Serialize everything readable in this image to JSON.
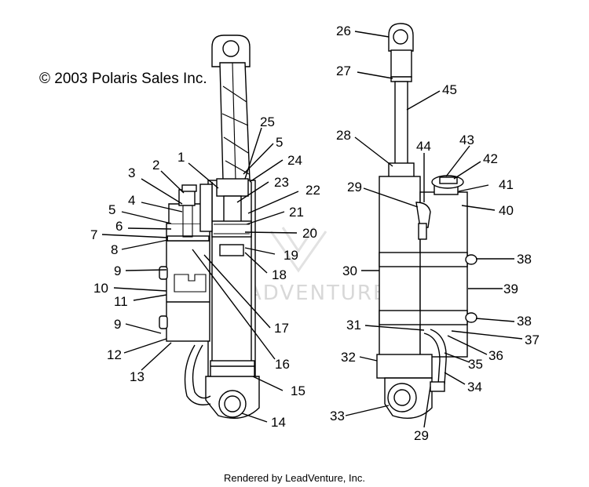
{
  "copyright": "© 2003 Polaris Sales Inc.",
  "footer": "Rendered by LeadVenture, Inc.",
  "watermark": "ADVENTURE",
  "colors": {
    "line": "#000000",
    "watermark": "#d8d8d8",
    "background": "#ffffff"
  },
  "callouts": [
    {
      "label": "1"
    },
    {
      "label": "2"
    },
    {
      "label": "3"
    },
    {
      "label": "4"
    },
    {
      "label": "5"
    },
    {
      "label": "6"
    },
    {
      "label": "7"
    },
    {
      "label": "8"
    },
    {
      "label": "9"
    },
    {
      "label": "10"
    },
    {
      "label": "11"
    },
    {
      "label": "9"
    },
    {
      "label": "12"
    },
    {
      "label": "13"
    },
    {
      "label": "14"
    },
    {
      "label": "15"
    },
    {
      "label": "16"
    },
    {
      "label": "17"
    },
    {
      "label": "18"
    },
    {
      "label": "19"
    },
    {
      "label": "20"
    },
    {
      "label": "21"
    },
    {
      "label": "22"
    },
    {
      "label": "23"
    },
    {
      "label": "24"
    },
    {
      "label": "5"
    },
    {
      "label": "25"
    },
    {
      "label": "26"
    },
    {
      "label": "27"
    },
    {
      "label": "45"
    },
    {
      "label": "28"
    },
    {
      "label": "44"
    },
    {
      "label": "43"
    },
    {
      "label": "42"
    },
    {
      "label": "29"
    },
    {
      "label": "41"
    },
    {
      "label": "40"
    },
    {
      "label": "38"
    },
    {
      "label": "30"
    },
    {
      "label": "39"
    },
    {
      "label": "38"
    },
    {
      "label": "31"
    },
    {
      "label": "37"
    },
    {
      "label": "36"
    },
    {
      "label": "32"
    },
    {
      "label": "35"
    },
    {
      "label": "34"
    },
    {
      "label": "33"
    },
    {
      "label": "29"
    }
  ]
}
